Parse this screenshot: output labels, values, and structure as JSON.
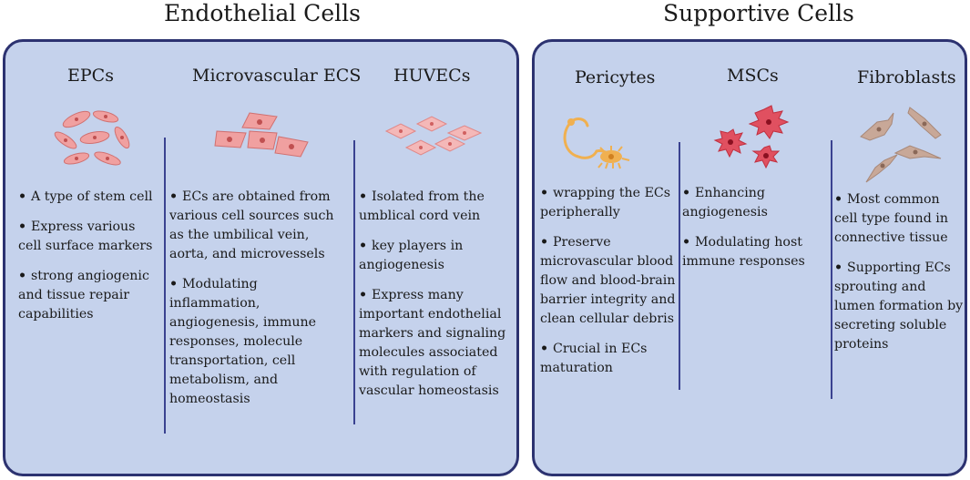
{
  "endothelial": {
    "title": "Endothelial Cells",
    "columns": [
      {
        "title": "EPCs",
        "icon": "epc-cells-icon",
        "bullets": [
          "A type of stem cell",
          "Express various cell surface markers",
          "strong angiogenic and tissue repair capabilities"
        ]
      },
      {
        "title": "Microvascular ECS",
        "icon": "microvascular-cells-icon",
        "bullets": [
          "ECs are obtained from various cell sources such as the umbilical vein, aorta, and microvessels",
          "Modulating inflammation, angiogenesis, immune responses, molecule transportation, cell metabolism, and homeostasis"
        ]
      },
      {
        "title": "HUVECs",
        "icon": "huvec-cells-icon",
        "bullets": [
          "Isolated from the umblical cord vein",
          "key players in angiogenesis",
          "Express many important endothelial markers and signaling molecules associated with regulation of vascular homeostasis"
        ]
      }
    ]
  },
  "supportive": {
    "title": "Supportive Cells",
    "columns": [
      {
        "title": "Pericytes",
        "icon": "pericyte-cell-icon",
        "bullets": [
          "wrapping the ECs peripherally",
          "Preserve microvascular blood flow and blood-brain barrier integrity and clean cellular debris",
          "Crucial in ECs maturation"
        ]
      },
      {
        "title": "MSCs",
        "icon": "msc-cells-icon",
        "bullets": [
          "Enhancing angiogenesis",
          "Modulating host immune responses"
        ]
      },
      {
        "title": "Fibroblasts",
        "icon": "fibroblast-cells-icon",
        "bullets": [
          "Most common cell type found in connective tissue",
          "Supporting ECs sprouting and lumen formation by secreting soluble proteins"
        ]
      }
    ]
  },
  "colors": {
    "panel_fill": "#c5d2ec",
    "panel_border": "#2c3270",
    "divider": "#3a4290",
    "endothelial_cell": "#f0a0a0",
    "msc_cell": "#e05060",
    "fibroblast_cell": "#c8a898",
    "pericyte_cell": "#f0b050"
  }
}
